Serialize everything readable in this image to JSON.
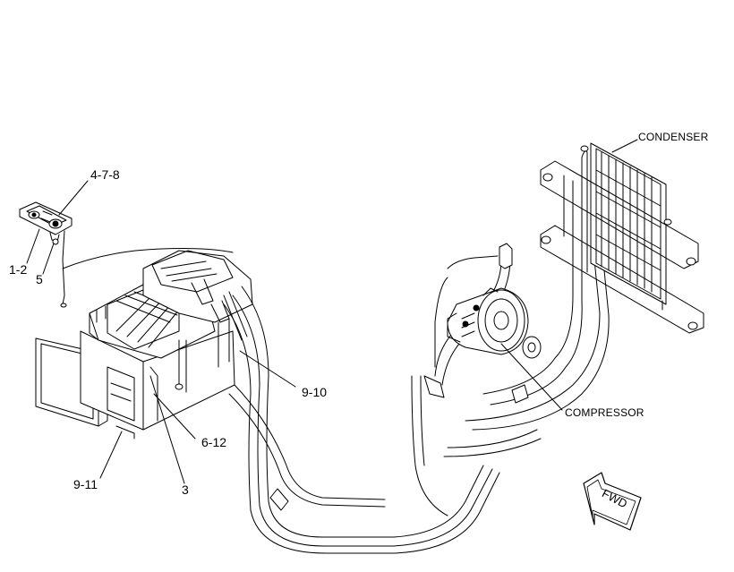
{
  "callouts": {
    "c_4_7_8": "4-7-8",
    "c_1_2": "1-2",
    "c_5": "5",
    "c_9_10": "9-10",
    "c_6_12": "6-12",
    "c_3": "3",
    "c_9_11": "9-11"
  },
  "components": {
    "condenser": "CONDENSER",
    "compressor": "COMPRESSOR"
  },
  "direction_arrow": "FWD"
}
